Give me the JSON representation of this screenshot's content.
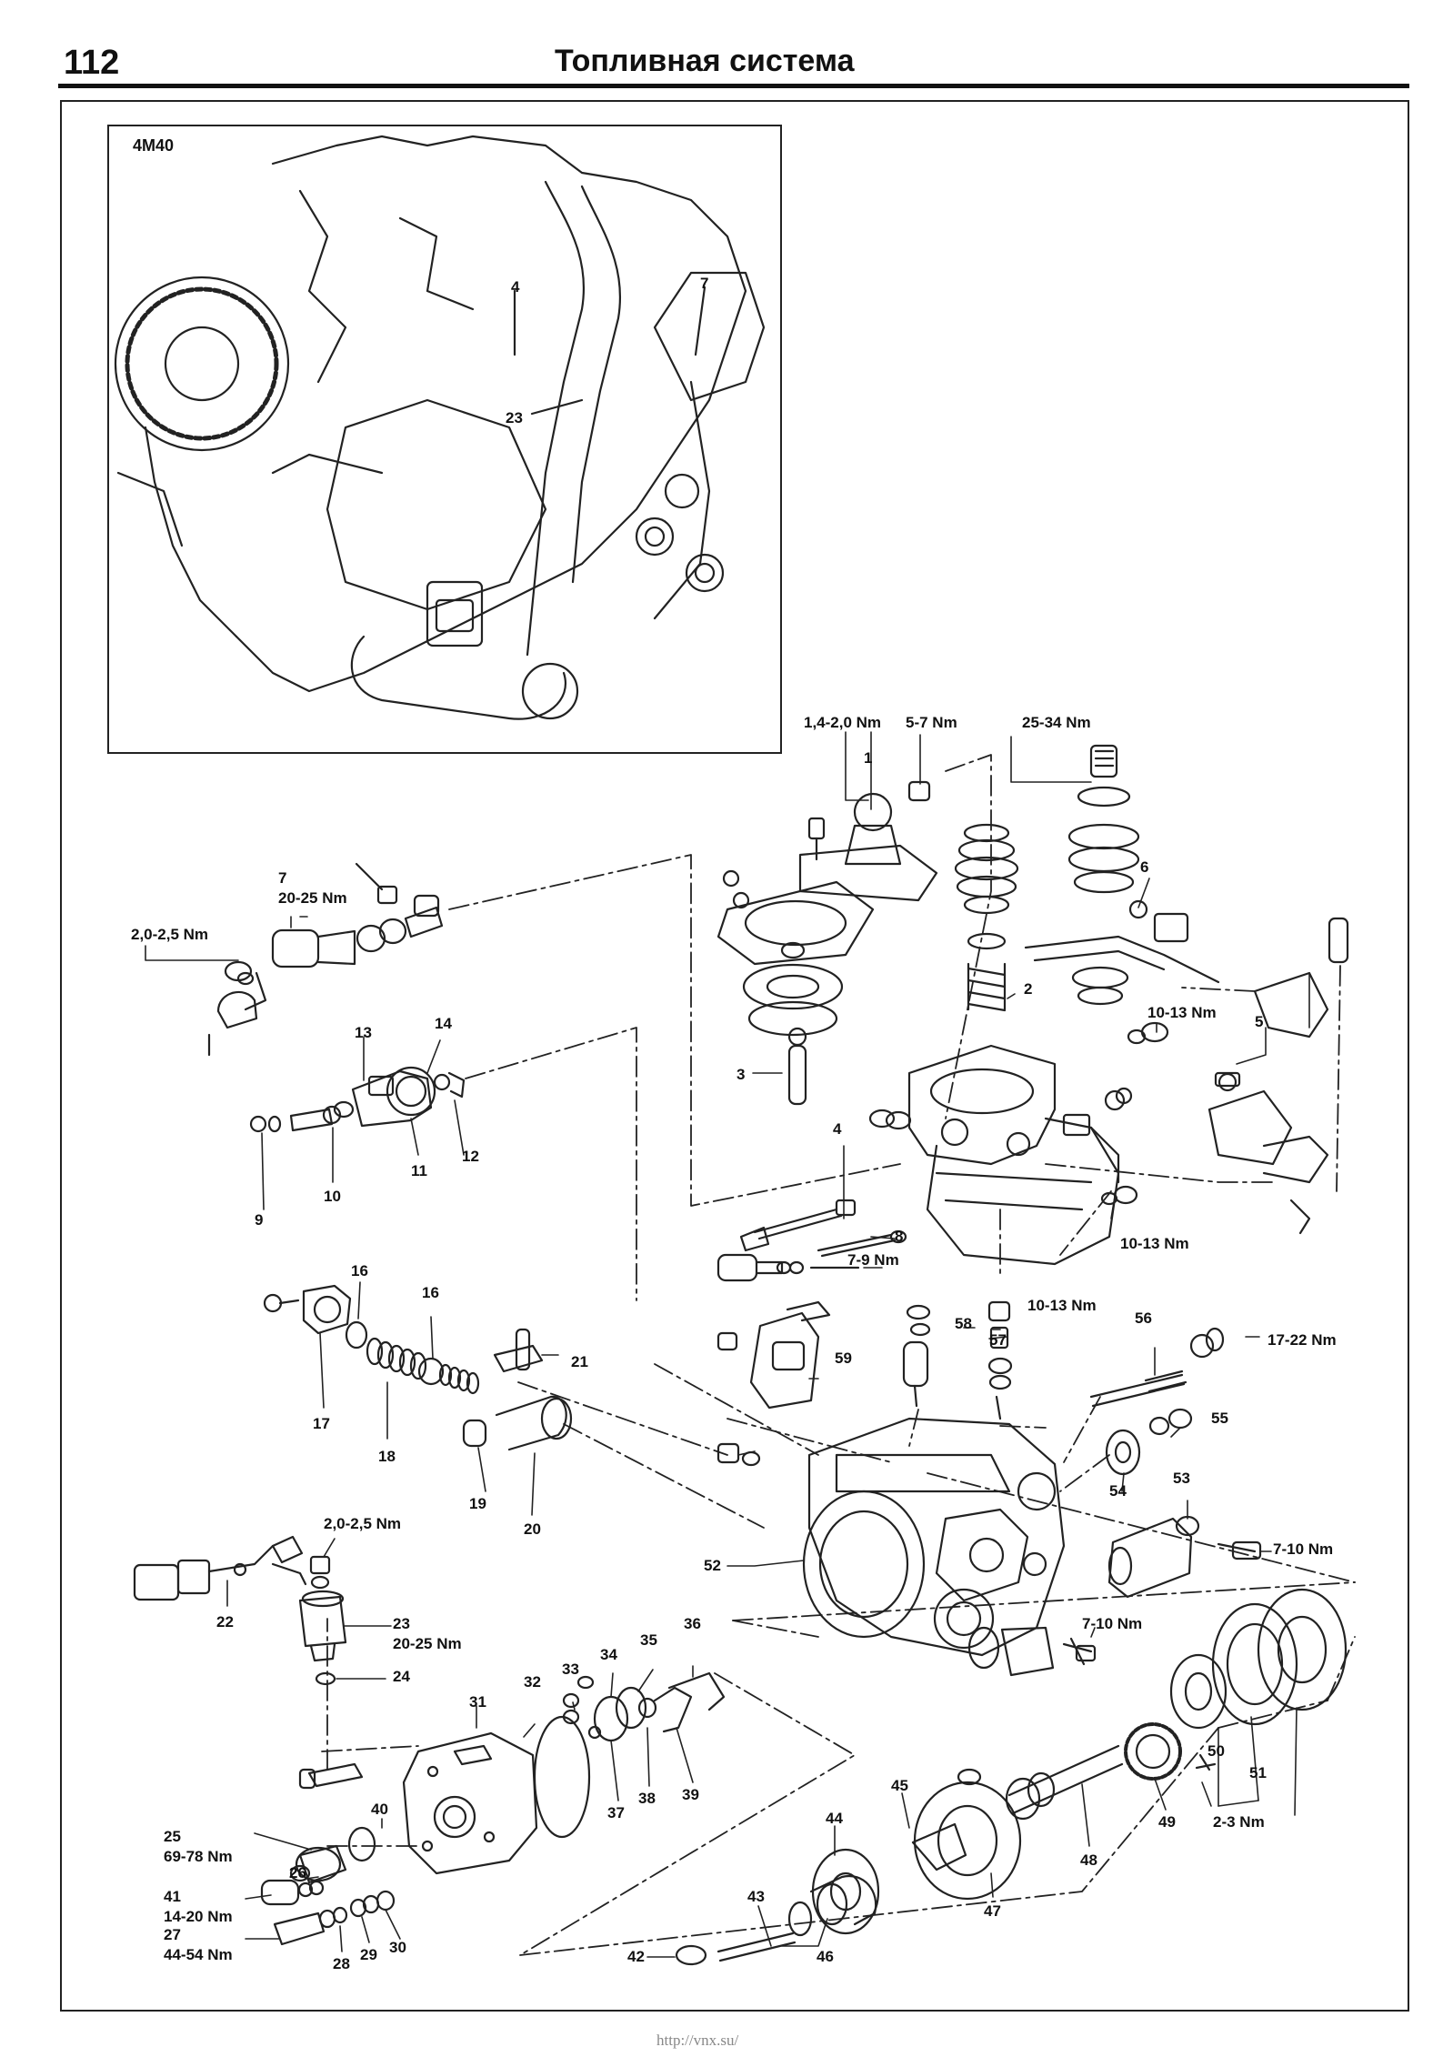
{
  "header": {
    "page_number": "112",
    "title": "Топливная система"
  },
  "inset": {
    "engine_code": "4M40"
  },
  "footer": {
    "url": "http://vnx.su/"
  },
  "labels": {
    "l1": "1",
    "l1t": "1,4-2,0 Nm",
    "l1b": "5-7 Nm",
    "l1c": "25-34 Nm",
    "l2": "2",
    "l3": "3",
    "l4": "4",
    "l4i": "4",
    "l5": "5",
    "l6": "6",
    "l7": "7",
    "l7t": "20-25 Nm",
    "l7i": "7",
    "l7a": "2,0-2,5 Nm",
    "l8": "8",
    "l8t": "7-9 Nm",
    "l9": "9",
    "l10": "10",
    "l10a": "10-13 Nm",
    "l10b": "10-13 Nm",
    "l10c": "10-13 Nm",
    "l11": "11",
    "l12": "12",
    "l13": "13",
    "l14": "14",
    "l16a": "16",
    "l16b": "16",
    "l17": "17",
    "l17t": "17-22 Nm",
    "l18": "18",
    "l19": "19",
    "l20": "20",
    "l21": "21",
    "l22": "22",
    "l23": "23",
    "l23i": "23",
    "l23t": "20-25 Nm",
    "l23a": "2,0-2,5 Nm",
    "l24": "24",
    "l25": "25",
    "l25t": "69-78 Nm",
    "l26": "26",
    "l27": "27",
    "l27t": "44-54 Nm",
    "l28": "28",
    "l29": "29",
    "l30": "30",
    "l31": "31",
    "l32": "32",
    "l33": "33",
    "l34": "34",
    "l35": "35",
    "l36": "36",
    "l37": "37",
    "l38": "38",
    "l39": "39",
    "l40": "40",
    "l41": "41",
    "l41t": "14-20 Nm",
    "l42": "42",
    "l43": "43",
    "l44": "44",
    "l45": "45",
    "l46": "46",
    "l47": "47",
    "l48": "48",
    "l49": "49",
    "l50": "50",
    "l51": "51",
    "l51t": "2-3 Nm",
    "l52": "52",
    "l53": "53",
    "l53t": "7-10 Nm",
    "l54": "54",
    "l55": "55",
    "l56": "56",
    "l57": "57",
    "l58": "58",
    "l59": "59",
    "l7_10b": "7-10 Nm"
  }
}
